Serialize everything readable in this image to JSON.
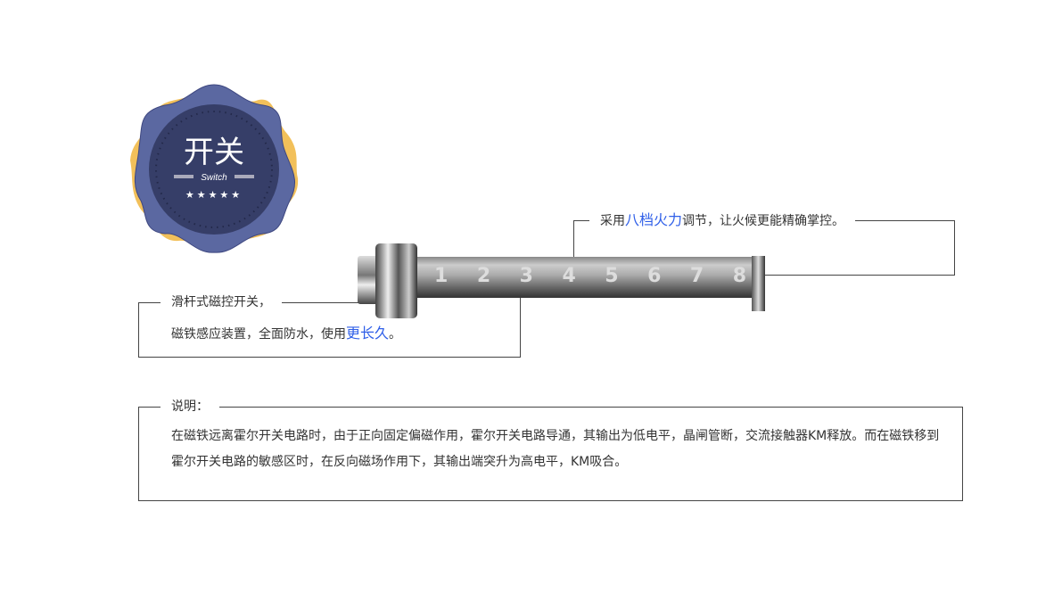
{
  "badge": {
    "title": "开关",
    "subtitle": "Switch",
    "stars": 5,
    "colors": {
      "outer": "#f2c05a",
      "middle": "#5b68a1",
      "inner": "#363e68"
    }
  },
  "product": {
    "scale_marks": [
      "1",
      "2",
      "3",
      "4",
      "5",
      "6",
      "7",
      "8"
    ]
  },
  "callout_top": {
    "prefix": "采用",
    "highlight": "八档火力",
    "suffix": "调节，让火候更能精确掌控。"
  },
  "callout_left": {
    "line1": "滑杆式磁控开关，",
    "line2_prefix": "磁铁感应装置，全面防水，使用",
    "line2_highlight": "更长久",
    "line2_suffix": "。"
  },
  "note": {
    "label": "说明：",
    "text": "在磁铁远离霍尔开关电路时，由于正向固定偏磁作用，霍尔开关电路导通，其输出为低电平，晶闸管断，交流接触器KM释放。而在磁铁移到霍尔开关电路的敏感区时，在反向磁场作用下，其输出端突升为高电平，KM吸合。"
  },
  "accent": "#2f5fe8"
}
